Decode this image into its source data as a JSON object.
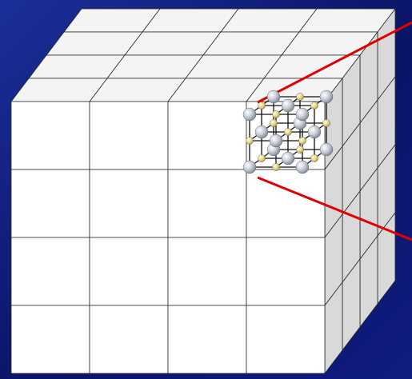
{
  "scene": {
    "background_colors": [
      "#1b2f9a",
      "#0a1466",
      "#101c80"
    ],
    "cube_face_color": "#ffffff",
    "cube_side_color": "#d9d9d9",
    "cube_top_color": "#f4f4f4",
    "cube_edge_color": "#2a2a2a",
    "grid": {
      "front_columns": 4,
      "front_rows": 4,
      "depth_layers": 4
    },
    "unit_cell": {
      "description_icon": "crystal-lattice-icon",
      "large_atom_color": "#c9cfd8",
      "small_atom_color": "#e6d98a",
      "bond_color": "#111111"
    },
    "zoom_lines_color": "#e00000"
  }
}
